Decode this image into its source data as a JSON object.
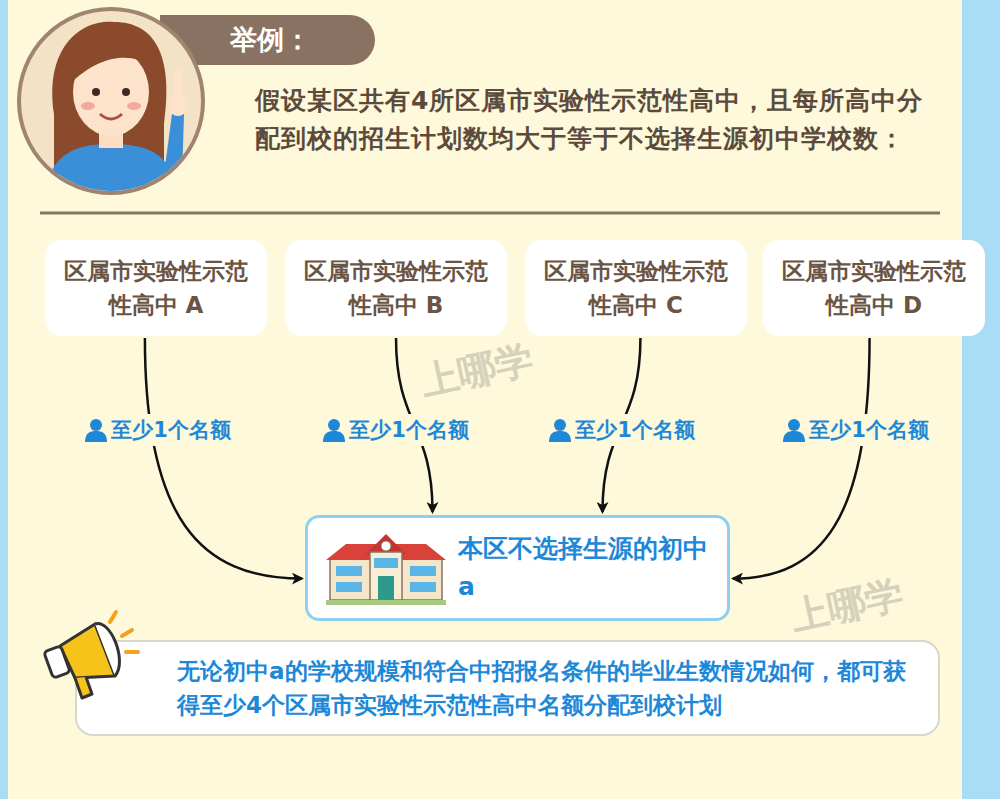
{
  "diagram": {
    "nodes": [
      {
        "text": [
          "举例："
        ]
      },
      {
        "text": [
          "区属市实验性示范性高中 A"
        ]
      },
      {
        "text": [
          "区属市实验性示范性高中 B"
        ]
      },
      {
        "text": [
          "区属市实验性示范性高中 C"
        ]
      },
      {
        "text": [
          "区属市实验性示范性高中 D"
        ]
      },
      {
        "text": [
          "本区不选择生源的初中 a"
        ]
      },
      {
        "text": [
          "无论初中a的学校规模和符合中招报名条件的毕业生数情况如何，都可获得至少4个区属市实验性示范性高中名额分配到校计划"
        ]
      }
    ],
    "edges": [
      {
        "from": 1,
        "to": 5,
        "arrow": "to",
        "label": "至少1个名额"
      },
      {
        "from": 2,
        "to": 5,
        "arrow": "to",
        "label": "至少1个名额"
      },
      {
        "from": 3,
        "to": 5,
        "arrow": "to",
        "label": "至少1个名额"
      },
      {
        "from": 4,
        "to": 5,
        "arrow": "to",
        "label": "至少1个名额"
      }
    ],
    "labels": [
      "假设某区共有4所区属市实验性示范性高中，且每所高中分配到校的招生计划数均大于等于不选择生源初中学校数：",
      "上哪学",
      "上哪学",
      "上哪学"
    ]
  }
}
